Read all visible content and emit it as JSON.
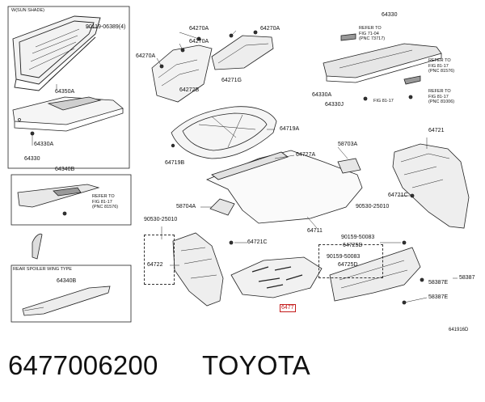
{
  "labels": {
    "sunshade": "W(SUN SHADE)",
    "p90119_06389": "90119-06389(4)",
    "p64350a": "64350A",
    "p64330a_left": "64330A",
    "p64330_left": "64330",
    "p64340b": "64340B",
    "rear_spoiler": "REAR SPOILER WING TYPE",
    "p64340b_bottom": "64340B",
    "p64270a_1": "64270A",
    "p64270a_2": "64270A",
    "p64270a_3": "64270A",
    "p64270a_4": "64270A",
    "p64272b": "64272B",
    "p64271g": "64271G",
    "p64330_top": "64330",
    "p64330a_right": "64330A",
    "p64330j": "64330J",
    "p64719a": "64719A",
    "p64719b": "64719B",
    "p64727a": "64727A",
    "p58703a": "58703A",
    "p64721_top": "64721",
    "p64721c_right": "64721C",
    "p90530_right": "90530-25010",
    "p58704a": "58704A",
    "p64711": "64711",
    "p90530_left": "90530-25010",
    "p64721c_mid": "64721C",
    "p64722": "64722",
    "p90159_top": "90159-50083",
    "p64725d_top": "64725D",
    "p90159_mid": "90159-50083",
    "p64725d_mid": "64725D",
    "p58387": "58387",
    "p58387e_1": "58387E",
    "p58387e_2": "58387E",
    "p6477_hl": "6477"
  },
  "notes": {
    "fig71": "REFER TO\nFIG 71-04\n(PNC 73717)",
    "fig81_top": "REFER TO\nFIG 81-17\n(PNC 81576)",
    "fig81_mid": "REFER TO\nFIG 81-17\n(PNC 81006)",
    "fig81_left": "REFER TO\nFIG 81-17\n(PNC 81576)",
    "fig81_j": "FIG 81-17"
  },
  "diagram_id": "641916D",
  "footer": {
    "part_number": "6477006200",
    "brand": "TOYOTA"
  }
}
